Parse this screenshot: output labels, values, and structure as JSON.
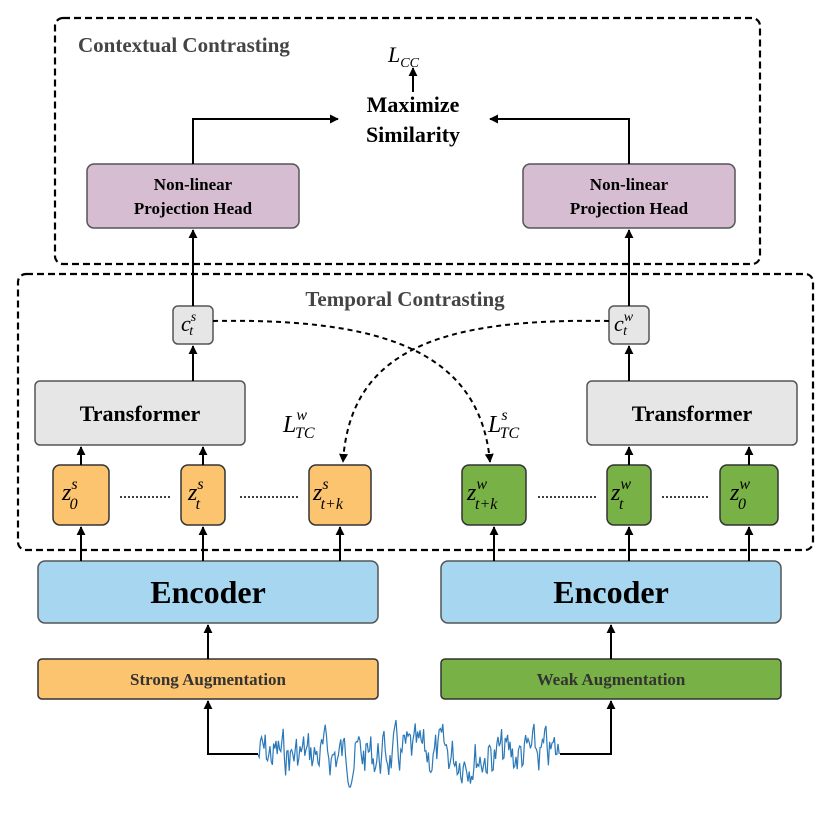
{
  "regions": {
    "contextual": "Contextual Contrasting",
    "temporal": "Temporal Contrasting"
  },
  "loss_cc": {
    "script": "L",
    "sub": "CC"
  },
  "maximize": {
    "line1": "Maximize",
    "line2": "Similarity"
  },
  "proj_head": {
    "line1": "Non-linear",
    "line2": "Projection Head"
  },
  "transformer_label": "Transformer",
  "encoder_label": "Encoder",
  "context": {
    "strong": {
      "base": "c",
      "sup": "s",
      "sub": "t"
    },
    "weak": {
      "base": "c",
      "sup": "w",
      "sub": "t"
    }
  },
  "loss_tc": {
    "weak": {
      "script": "L",
      "sup": "w",
      "sub": "TC"
    },
    "strong": {
      "script": "L",
      "sup": "s",
      "sub": "TC"
    }
  },
  "latents": {
    "strong": [
      {
        "base": "z",
        "sup": "s",
        "sub": "0"
      },
      {
        "base": "z",
        "sup": "s",
        "sub": "t"
      },
      {
        "base": "z",
        "sup": "s",
        "sub": "t+k"
      }
    ],
    "weak": [
      {
        "base": "z",
        "sup": "w",
        "sub": "t+k"
      },
      {
        "base": "z",
        "sup": "w",
        "sub": "t"
      },
      {
        "base": "z",
        "sup": "w",
        "sub": "0"
      }
    ]
  },
  "augmentations": {
    "strong": "Strong Augmentation",
    "weak": "Weak Augmentation"
  },
  "colors": {
    "proj_fill": "#d6bdd2",
    "transformer_fill": "#e6e6e6",
    "encoder_fill": "#a7d7f0",
    "strong_fill": "#fcc46f",
    "weak_fill": "#78b246",
    "signal": "#2a78b8"
  }
}
